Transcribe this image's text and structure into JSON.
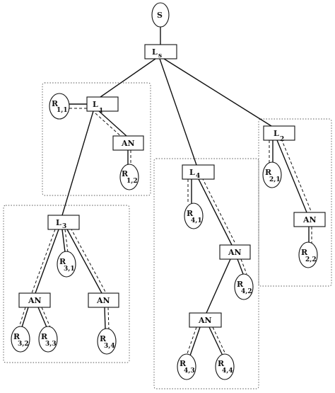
{
  "nodes": [
    {
      "id": "S",
      "label": "S",
      "sub": ""
    },
    {
      "id": "Ls",
      "label": "L",
      "sub": "s"
    },
    {
      "id": "L1",
      "label": "L",
      "sub": "1"
    },
    {
      "id": "R11",
      "label": "R",
      "sub": "1,1"
    },
    {
      "id": "AN1",
      "label": "AN",
      "sub": ""
    },
    {
      "id": "R12",
      "label": "R",
      "sub": "1,2"
    },
    {
      "id": "L4",
      "label": "L",
      "sub": "4"
    },
    {
      "id": "R41",
      "label": "R",
      "sub": "4,1"
    },
    {
      "id": "AN4a",
      "label": "AN",
      "sub": ""
    },
    {
      "id": "R42",
      "label": "R",
      "sub": "4,2"
    },
    {
      "id": "AN4b",
      "label": "AN",
      "sub": ""
    },
    {
      "id": "R43",
      "label": "R",
      "sub": "4,3"
    },
    {
      "id": "R44",
      "label": "R",
      "sub": "4,4"
    },
    {
      "id": "L2",
      "label": "L",
      "sub": "2"
    },
    {
      "id": "R21",
      "label": "R",
      "sub": "2,1"
    },
    {
      "id": "AN2",
      "label": "AN",
      "sub": ""
    },
    {
      "id": "R22",
      "label": "R",
      "sub": "2,2"
    },
    {
      "id": "L3",
      "label": "L",
      "sub": "3"
    },
    {
      "id": "R31",
      "label": "R",
      "sub": "3,1"
    },
    {
      "id": "AN3a",
      "label": "AN",
      "sub": ""
    },
    {
      "id": "AN3b",
      "label": "AN",
      "sub": ""
    },
    {
      "id": "R32",
      "label": "R",
      "sub": "3,2"
    },
    {
      "id": "R33",
      "label": "R",
      "sub": "3,3"
    },
    {
      "id": "R34",
      "label": "R",
      "sub": "3,4"
    }
  ]
}
